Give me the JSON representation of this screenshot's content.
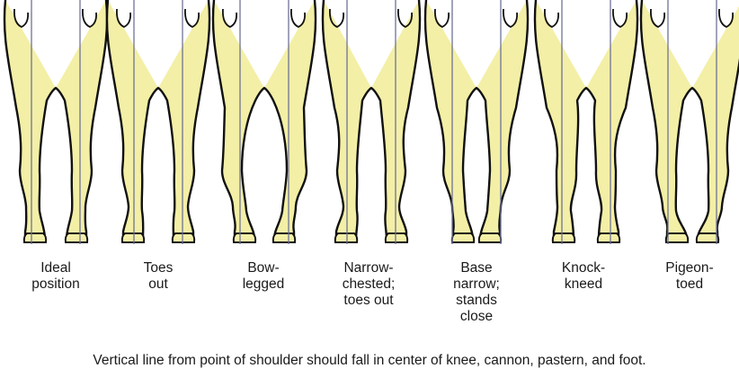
{
  "figure": {
    "colors": {
      "fill": "#f3efa6",
      "outline": "#111111",
      "plumb_line": "#6f7395"
    },
    "figures": [
      {
        "id": "ideal",
        "label_lines": [
          "Ideal",
          "position"
        ]
      },
      {
        "id": "toes-out",
        "label_lines": [
          "Toes",
          "out"
        ]
      },
      {
        "id": "bow-legged",
        "label_lines": [
          "Bow-",
          "legged"
        ]
      },
      {
        "id": "narrow-chested",
        "label_lines": [
          "Narrow-",
          "chested;",
          "toes out"
        ]
      },
      {
        "id": "base-narrow",
        "label_lines": [
          "Base",
          "narrow;",
          "stands",
          "close"
        ]
      },
      {
        "id": "knock-kneed",
        "label_lines": [
          "Knock-",
          "kneed"
        ]
      },
      {
        "id": "pigeon-toed",
        "label_lines": [
          "Pigeon-",
          "toed"
        ]
      }
    ],
    "caption": "Vertical line from point of shoulder should fall in center of knee, cannon, pastern, and foot."
  }
}
